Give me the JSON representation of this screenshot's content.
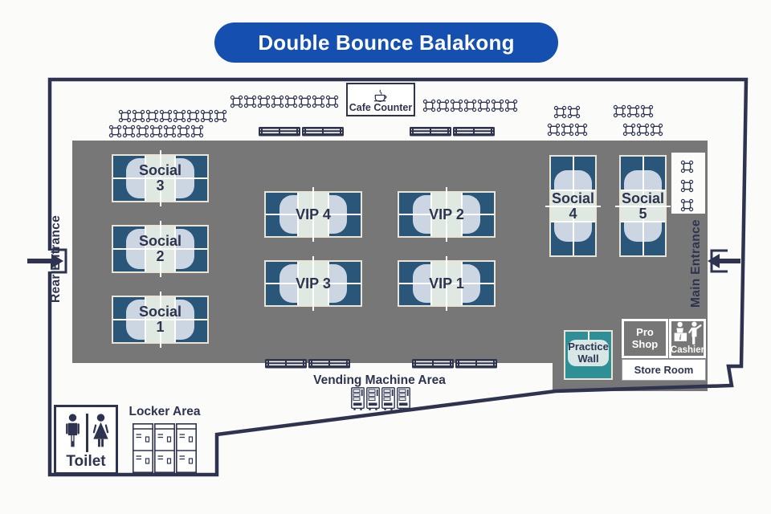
{
  "title": "Double Bounce Balakong",
  "colors": {
    "title_blue": "#154fb0",
    "wall_navy": "#2e3450",
    "floor_gray": "#777777",
    "court_navy": "#2a567a",
    "court_light": "#ccd5e2",
    "court_band": "#dfe9e2",
    "court_border": "#eae4d4",
    "practice_teal": "#2e8f96"
  },
  "courts": [
    {
      "id": "social-3",
      "line1": "Social",
      "line2": "3"
    },
    {
      "id": "social-2",
      "line1": "Social",
      "line2": "2"
    },
    {
      "id": "social-1",
      "line1": "Social",
      "line2": "1"
    },
    {
      "id": "vip-4",
      "line1": "VIP 4",
      "line2": ""
    },
    {
      "id": "vip-2",
      "line1": "VIP 2",
      "line2": ""
    },
    {
      "id": "vip-3",
      "line1": "VIP 3",
      "line2": ""
    },
    {
      "id": "vip-1",
      "line1": "VIP 1",
      "line2": ""
    },
    {
      "id": "social-4",
      "line1": "Social",
      "line2": "4"
    },
    {
      "id": "social-5",
      "line1": "Social",
      "line2": "5"
    }
  ],
  "rooms": {
    "cafe_counter": "Cafe Counter",
    "practice_wall": "Practice Wall",
    "pro_shop": "Pro Shop",
    "cashier": "Cashier",
    "store_room": "Store Room",
    "toilet": "Toilet"
  },
  "areas": {
    "vending": "Vending Machine Area",
    "locker": "Locker Area",
    "rear_entrance": "Rear Entrance",
    "main_entrance": "Main Entrance"
  },
  "icons": {
    "table": "four-seat-table-icon",
    "bench": "bench-icon",
    "locker": "locker-icon",
    "vending_machine": "vending-machine-icon",
    "coffee_cup": "coffee-cup-icon",
    "cashier": "cashier-counter-icon",
    "man": "man-icon",
    "woman": "woman-icon",
    "arrow_in_right": "entrance-arrow-right-icon",
    "arrow_in_left": "entrance-arrow-left-icon"
  }
}
